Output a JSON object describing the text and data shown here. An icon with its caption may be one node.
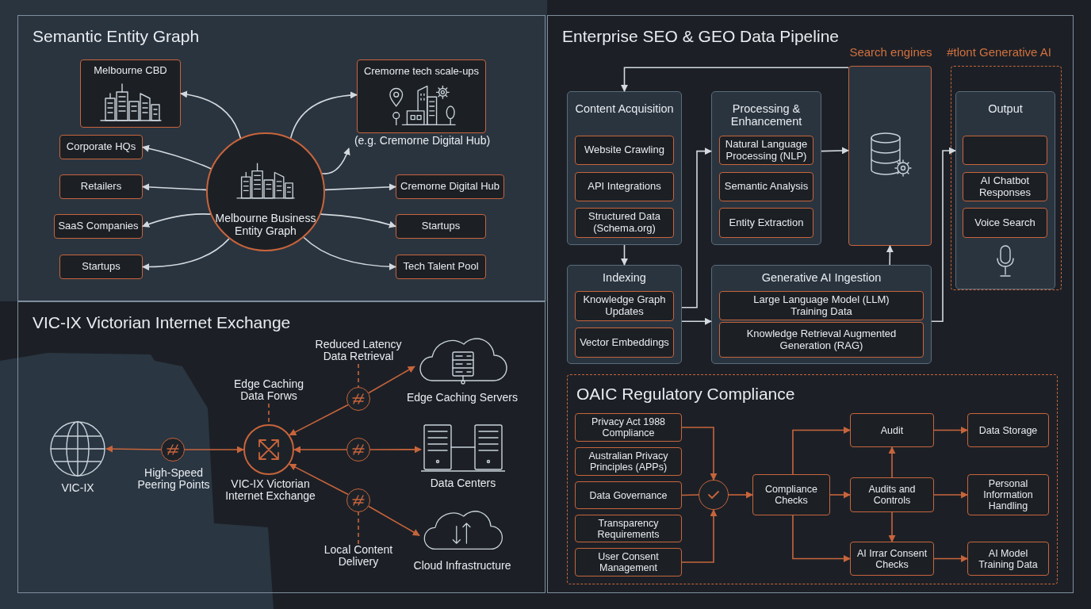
{
  "diagram": {
    "nodes": [
      {
        "text": [
          "Semantic Entity Graph"
        ]
      },
      {
        "text": [
          "Melbourne CBD"
        ],
        "in": 0
      },
      {
        "text": [
          "Cremorne tech scale-ups"
        ],
        "in": 0
      },
      {
        "text": [
          "(e.g. Cremorne Digital Hub)"
        ],
        "in": 0
      },
      {
        "text": [
          "Corporate HQs"
        ],
        "in": 0
      },
      {
        "text": [
          "Retailers"
        ],
        "in": 0
      },
      {
        "text": [
          "SaaS Companies"
        ],
        "in": 0
      },
      {
        "text": [
          "Startups"
        ],
        "in": 0
      },
      {
        "text": [
          "Melbourne Business Entity Graph"
        ],
        "in": 0
      },
      {
        "text": [
          "Cremorne Digital Hub"
        ],
        "in": 0
      },
      {
        "text": [
          "Startups"
        ],
        "in": 0
      },
      {
        "text": [
          "Tech Talent Pool"
        ],
        "in": 0
      },
      {
        "text": [
          "VIC-IX Victorian Internet Exchange"
        ]
      },
      {
        "text": [
          "VIC-IX"
        ],
        "in": 12
      },
      {
        "text": [],
        "shape": "circle",
        "beside": [
          "High-Speed Peering Points"
        ],
        "in": 12
      },
      {
        "text": [
          "VIC-IX Victorian Internet Exchange"
        ],
        "in": 12
      },
      {
        "text": [
          "Edge Caching Data Forws"
        ],
        "in": 12
      },
      {
        "text": [],
        "shape": "circle",
        "in": 12
      },
      {
        "text": [
          "Reduced Latency Data Retrieval"
        ],
        "in": 12
      },
      {
        "text": [],
        "shape": "circle",
        "in": 12
      },
      {
        "text": [],
        "shape": "circle",
        "in": 12
      },
      {
        "text": [
          "Local Content Delivery"
        ],
        "in": 12
      },
      {
        "text": [
          "Edge Caching Servers"
        ],
        "in": 12
      },
      {
        "text": [
          "Data Centers"
        ],
        "in": 12
      },
      {
        "text": [
          "Cloud Infrastructure"
        ],
        "in": 12
      },
      {
        "text": [
          "Enterprise SEO & GEO Data Pipeline"
        ]
      },
      {
        "text": [
          "Content Acquisition"
        ],
        "in": 25
      },
      {
        "text": [
          "Website Crawling"
        ],
        "in": 26
      },
      {
        "text": [
          "API Integrations"
        ],
        "in": 26
      },
      {
        "text": [
          "Structured Data (Schema.org)"
        ],
        "in": 26
      },
      {
        "text": [
          "Indexing"
        ],
        "in": 25
      },
      {
        "text": [
          "Knowledge Graph Updates"
        ],
        "in": 30
      },
      {
        "text": [
          "Vector Embeddings"
        ],
        "in": 30
      },
      {
        "text": [
          "Processing & Enhancement"
        ],
        "in": 25
      },
      {
        "text": [
          "Natural Language Processing (NLP)"
        ],
        "in": 33
      },
      {
        "text": [
          "Semantic Analysis"
        ],
        "in": 33
      },
      {
        "text": [
          "Entity Extraction"
        ],
        "in": 33
      },
      {
        "text": [
          "Search engines"
        ],
        "in": 25
      },
      {
        "text": [
          "Generative AI Ingestion"
        ],
        "in": 25
      },
      {
        "text": [
          "Large Language Model (LLM) Training Data"
        ],
        "in": 38
      },
      {
        "text": [
          "Knowledge Retrieval Augmented Generation (RAG)"
        ],
        "in": 38
      },
      {
        "text": [
          "#tlont Generative AI"
        ],
        "in": 25
      },
      {
        "text": [
          "Output"
        ],
        "in": 41
      },
      {
        "text": [],
        "shape": "box",
        "in": 42
      },
      {
        "text": [
          "AI Chatbot Responses"
        ],
        "in": 42
      },
      {
        "text": [
          "Voice Search"
        ],
        "in": 42
      },
      {
        "text": [
          "OAIC Regulatory Compliance"
        ],
        "in": 25
      },
      {
        "text": [
          "Privacy Act 1988 Compliance"
        ],
        "in": 46
      },
      {
        "text": [
          "Australian Privacy Principles (APPs)"
        ],
        "in": 46
      },
      {
        "text": [
          "Data Governance"
        ],
        "in": 46
      },
      {
        "text": [
          "Transparency Requirements"
        ],
        "in": 46
      },
      {
        "text": [
          "User Consent Management"
        ],
        "in": 46
      },
      {
        "text": [],
        "shape": "circle",
        "in": 46
      },
      {
        "text": [
          "Compliance Checks"
        ],
        "in": 46
      },
      {
        "text": [
          "Audit"
        ],
        "in": 46
      },
      {
        "text": [
          "Audits and Controls"
        ],
        "in": 46
      },
      {
        "text": [
          "AI Irrar Consent Checks"
        ],
        "in": 46
      },
      {
        "text": [
          "Data Storage"
        ],
        "in": 46
      },
      {
        "text": [
          "Personal Information Handling"
        ],
        "in": 46
      },
      {
        "text": [
          "AI Model Training Data"
        ],
        "in": 46
      }
    ],
    "edges": [
      {
        "from": 8,
        "to": 1,
        "arrow": "to",
        "color": "#d3d9df"
      },
      {
        "from": 8,
        "to": 2,
        "arrow": "to",
        "color": "#d3d9df"
      },
      {
        "from": 8,
        "to": 3,
        "arrow": "to",
        "color": "#d3d9df"
      },
      {
        "from": 8,
        "to": 4,
        "arrow": "to",
        "color": "#d3d9df"
      },
      {
        "from": 8,
        "to": 5,
        "arrow": "to",
        "color": "#d3d9df"
      },
      {
        "from": 8,
        "to": 6,
        "arrow": "to",
        "color": "#d3d9df"
      },
      {
        "from": 8,
        "to": 7,
        "arrow": "to",
        "color": "#d3d9df"
      },
      {
        "from": 8,
        "to": 9,
        "arrow": "to",
        "color": "#d3d9df"
      },
      {
        "from": 8,
        "to": 10,
        "arrow": "to",
        "color": "#d3d9df"
      },
      {
        "from": 8,
        "to": 11,
        "arrow": "to",
        "color": "#d3d9df"
      },
      {
        "from": 14,
        "to": 13,
        "arrow": "to"
      },
      {
        "from": 14,
        "to": 15,
        "arrow": "to"
      },
      {
        "from": 17,
        "to": 15,
        "arrow": "to"
      },
      {
        "from": 17,
        "to": 22,
        "arrow": "to"
      },
      {
        "from": 19,
        "to": 15,
        "arrow": "to"
      },
      {
        "from": 19,
        "to": 23,
        "arrow": "to"
      },
      {
        "from": 20,
        "to": 15,
        "arrow": "to"
      },
      {
        "from": 20,
        "to": 24,
        "arrow": "to"
      },
      {
        "from": 16,
        "to": 15,
        "arrow": "none",
        "style": "dashed"
      },
      {
        "from": 18,
        "to": 17,
        "arrow": "none",
        "style": "dashed"
      },
      {
        "from": 21,
        "to": 20,
        "arrow": "none",
        "style": "dashed"
      },
      {
        "from": 37,
        "to": 26,
        "arrow": "to",
        "color": "#d3d9df"
      },
      {
        "from": 26,
        "to": 30,
        "arrow": "to",
        "color": "#d3d9df"
      },
      {
        "from": 30,
        "to": 33,
        "arrow": "to",
        "color": "#d3d9df"
      },
      {
        "from": 30,
        "to": 38,
        "arrow": "to",
        "color": "#d3d9df"
      },
      {
        "from": 33,
        "to": 37,
        "arrow": "to",
        "color": "#d3d9df"
      },
      {
        "from": 38,
        "to": 37,
        "arrow": "to",
        "color": "#d3d9df"
      },
      {
        "from": 38,
        "to": 42,
        "arrow": "to",
        "color": "#d3d9df"
      },
      {
        "from": 47,
        "to": 52,
        "arrow": "to"
      },
      {
        "from": 49,
        "to": 52,
        "arrow": "none"
      },
      {
        "from": 51,
        "to": 52,
        "arrow": "to"
      },
      {
        "from": 52,
        "to": 53,
        "arrow": "to"
      },
      {
        "from": 53,
        "to": 54,
        "arrow": "to"
      },
      {
        "from": 53,
        "to": 55,
        "arrow": "to"
      },
      {
        "from": 53,
        "to": 56,
        "arrow": "to"
      },
      {
        "from": 55,
        "to": 54,
        "arrow": "to"
      },
      {
        "from": 55,
        "to": 56,
        "arrow": "to"
      },
      {
        "from": 54,
        "to": 57,
        "arrow": "to"
      },
      {
        "from": 55,
        "to": 58,
        "arrow": "to"
      },
      {
        "from": 56,
        "to": 59,
        "arrow": "to"
      }
    ]
  }
}
